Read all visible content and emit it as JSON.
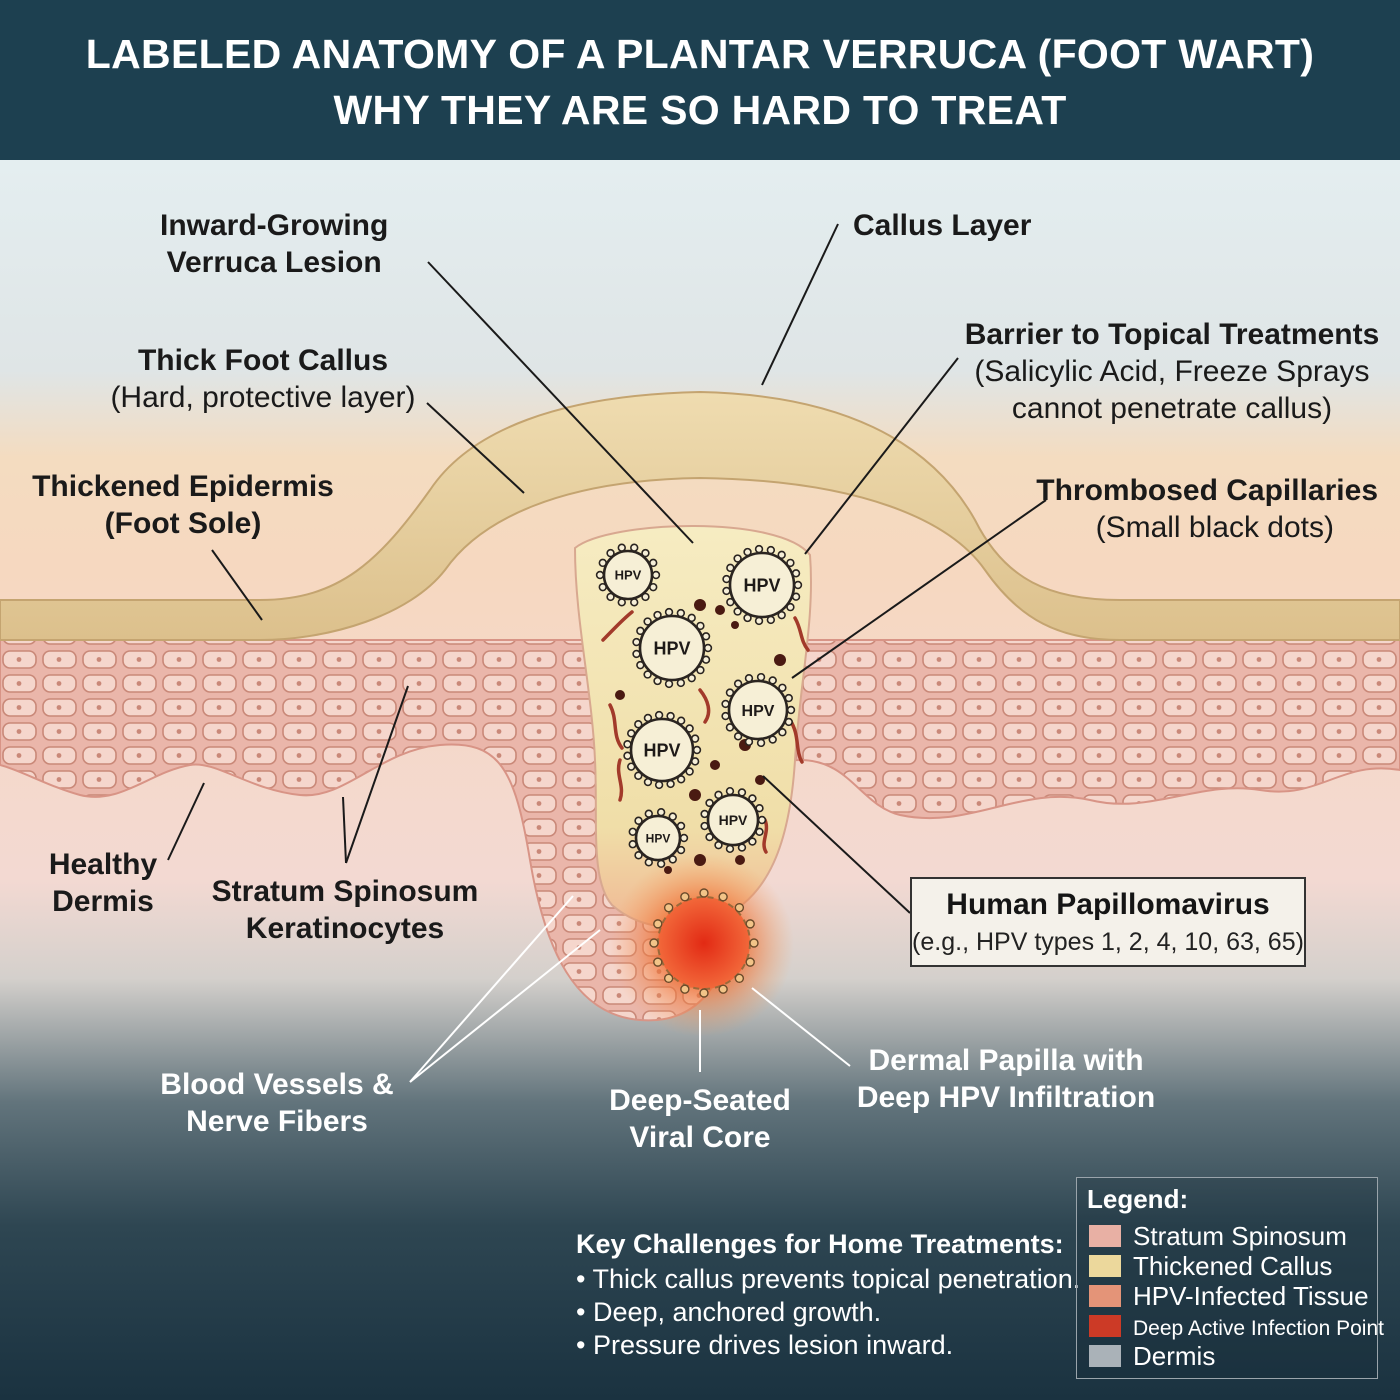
{
  "title": {
    "line1": "LABELED ANATOMY OF A PLANTAR VERRUCA (FOOT WART)",
    "line2": "WHY THEY ARE SO HARD TO TREAT"
  },
  "colors": {
    "header": "#1d4050",
    "callus": "#e8d4a8",
    "epidermis": "#eab8a8",
    "cells": "#f4d4c8",
    "lesion": "#f2e6b4",
    "viral_core": "#e8431e",
    "dark_bg": "#1c3a4a"
  },
  "labels": {
    "inward_growing": {
      "line1": "Inward-Growing",
      "line2": "Verruca Lesion"
    },
    "callus_layer": {
      "text": "Callus Layer"
    },
    "barrier": {
      "title": "Barrier to Topical Treatments",
      "sub1": "(Salicylic Acid, Freeze Sprays",
      "sub2": "cannot penetrate callus)"
    },
    "thick_callus": {
      "title": "Thick Foot Callus",
      "sub": "(Hard, protective layer)"
    },
    "thickened_epidermis": {
      "line1": "Thickened Epidermis",
      "line2": "(Foot Sole)"
    },
    "thrombosed": {
      "title": "Thrombosed Capillaries",
      "sub": "(Small black dots)"
    },
    "healthy_dermis": {
      "line1": "Healthy",
      "line2": "Dermis"
    },
    "stratum_spinosum": {
      "line1": "Stratum Spinosum",
      "line2": "Keratinocytes"
    },
    "hpv_box": {
      "title": "Human Papillomavirus",
      "sub": "(e.g., HPV types 1, 2, 4, 10, 63, 65)"
    },
    "blood_vessels": {
      "line1": "Blood Vessels &",
      "line2": "Nerve Fibers"
    },
    "viral_core": {
      "line1": "Deep-Seated",
      "line2": "Viral Core"
    },
    "dermal_papilla": {
      "line1": "Dermal Papilla with",
      "line2": "Deep HPV Infiltration"
    }
  },
  "virus_label": "HPV",
  "challenges": {
    "heading": "Key Challenges for Home Treatments:",
    "items": [
      "• Thick callus prevents topical penetration.",
      "• Deep, anchored growth.",
      "• Pressure drives lesion inward."
    ]
  },
  "legend": {
    "heading": "Legend:",
    "items": [
      {
        "label": "Stratum Spinosum",
        "color": "#e8b0a4"
      },
      {
        "label": "Thickened Callus",
        "color": "#ecd89c"
      },
      {
        "label": "HPV-Infected Tissue",
        "color": "#e49478"
      },
      {
        "label": "Deep Active Infection Point",
        "color": "#cc3a26"
      },
      {
        "label": "Dermis",
        "color": "#aab2b8"
      }
    ]
  }
}
